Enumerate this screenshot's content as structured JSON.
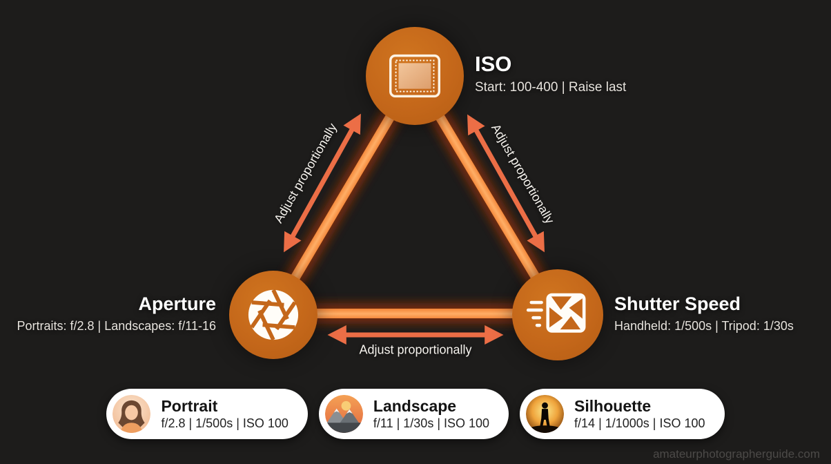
{
  "diagram": {
    "nodes": {
      "iso": {
        "title": "ISO",
        "subtitle": "Start: 100-400 | Raise last",
        "icon": "camera-sensor-icon"
      },
      "aperture": {
        "title": "Aperture",
        "subtitle": "Portraits: f/2.8 | Landscapes: f/11-16",
        "icon": "aperture-blades-icon"
      },
      "shutter_speed": {
        "title": "Shutter Speed",
        "subtitle": "Handheld: 1/500s | Tripod: 1/30s",
        "icon": "shutter-motion-icon"
      }
    },
    "edges": {
      "aperture_to_iso": {
        "label": "Adjust proportionally"
      },
      "iso_to_shutter": {
        "label": "Adjust proportionally"
      },
      "aperture_to_shutter": {
        "label": "Adjust proportionally"
      }
    },
    "presets": [
      {
        "name": "Portrait",
        "settings": "f/2.8 | 1/500s | ISO 100",
        "icon": "portrait-avatar"
      },
      {
        "name": "Landscape",
        "settings": "f/11 | 1/30s | ISO 100",
        "icon": "landscape-avatar"
      },
      {
        "name": "Silhouette",
        "settings": "f/14 | 1/1000s | ISO 100",
        "icon": "silhouette-avatar"
      }
    ],
    "watermark": "amateurphotographerguide.com",
    "colors": {
      "background": "#1d1c1b",
      "node_circle_orange": "#c4671a",
      "connector_bar_orange": "#ffae66",
      "arrow_salmon": "#ec6e46",
      "pill_background": "#ffffff"
    }
  }
}
